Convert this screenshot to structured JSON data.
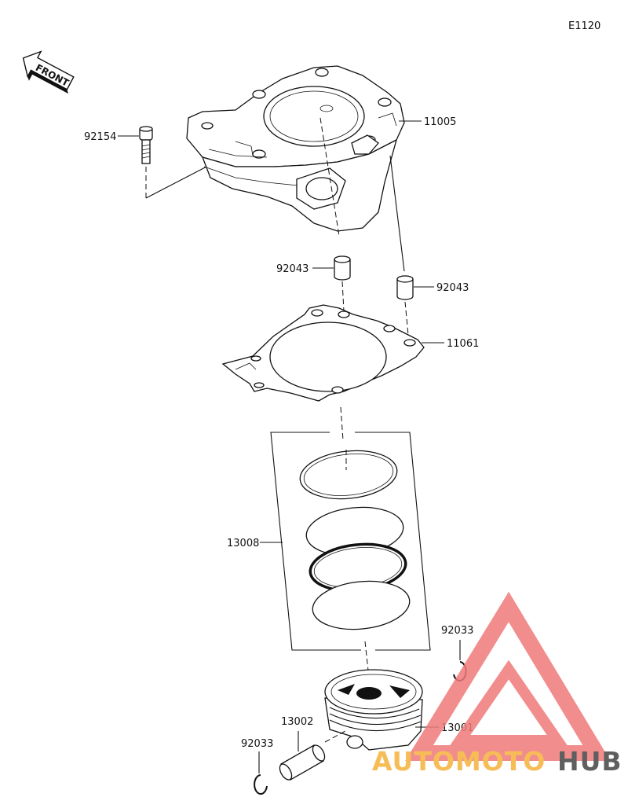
{
  "diagram": {
    "code": "E1120",
    "front_label": "FRONT",
    "parts": [
      {
        "id": "head-bolt",
        "number": "92154"
      },
      {
        "id": "cylinder",
        "number": "11005"
      },
      {
        "id": "dowel-left",
        "number": "92043"
      },
      {
        "id": "dowel-right",
        "number": "92043"
      },
      {
        "id": "cylinder-gasket",
        "number": "11061"
      },
      {
        "id": "piston-ring-set",
        "number": "13008"
      },
      {
        "id": "circlip-upper",
        "number": "92033"
      },
      {
        "id": "piston-pin",
        "number": "13002"
      },
      {
        "id": "piston",
        "number": "13001"
      },
      {
        "id": "circlip-lower",
        "number": "92033"
      }
    ]
  },
  "watermark": {
    "brand_part1": "AUTOMOTO",
    "brand_part2": "HUB",
    "color_primary": "#f07a7a",
    "color_accent": "#f5b23a",
    "color_dark": "#444444"
  }
}
